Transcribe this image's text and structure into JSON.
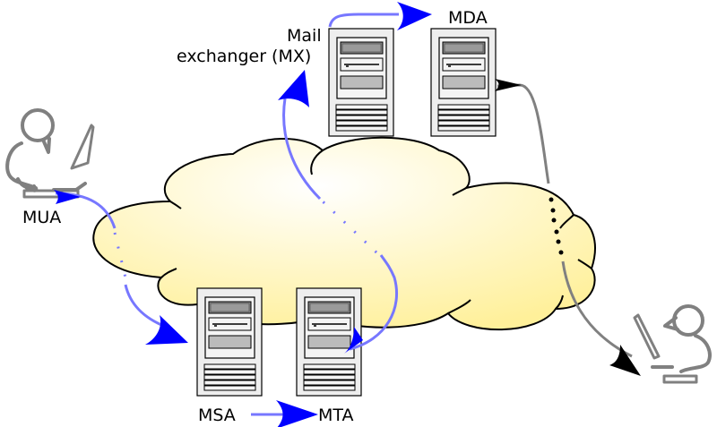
{
  "title": "Email delivery path",
  "nodes": {
    "mua": {
      "label": "MUA",
      "kind": "user"
    },
    "msa": {
      "label": "MSA",
      "kind": "server"
    },
    "mta": {
      "label": "MTA",
      "kind": "server"
    },
    "mx": {
      "label_line1": "Mail",
      "label_line2": "exchanger (MX)",
      "kind": "server"
    },
    "mda": {
      "label": "MDA",
      "kind": "server"
    },
    "recipient": {
      "label": "",
      "kind": "user"
    }
  },
  "edges": [
    {
      "from": "MUA",
      "to": "MSA",
      "color": "#0000ff",
      "style": "curve-through-cloud"
    },
    {
      "from": "MSA",
      "to": "MTA",
      "color": "#0000ff",
      "style": "straight"
    },
    {
      "from": "MTA",
      "to": "MX",
      "color": "#0000ff",
      "style": "curve-through-cloud"
    },
    {
      "from": "MX",
      "to": "MDA",
      "color": "#0000ff",
      "style": "straight"
    },
    {
      "from": "MDA",
      "to": "recipient",
      "color": "#000000",
      "style": "curve-through-cloud"
    }
  ],
  "colors": {
    "arrow_blue": "#0000ff",
    "line_blue": "#7777ff",
    "line_gray": "#808080",
    "cloud_fill": "#fff4a8",
    "cloud_center": "#ffffff",
    "server_fill": "#eeeeee",
    "person_stroke": "#808080"
  }
}
